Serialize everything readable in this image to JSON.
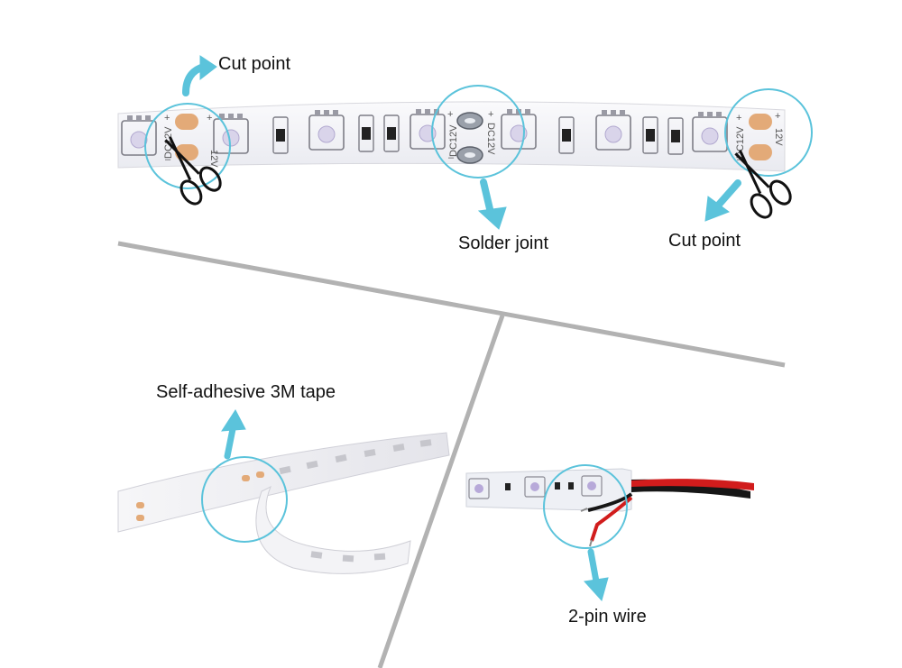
{
  "labels": {
    "cut_point_left": "Cut point",
    "cut_point_right": "Cut point",
    "solder_joint": "Solder joint",
    "tape": "Self-adhesive 3M tape",
    "wire": "2-pin wire"
  },
  "strip_text": {
    "voltage": "DC12V",
    "voltage_short": "12V",
    "plus": "+",
    "minus": "–"
  },
  "colors": {
    "callout": "#5bc3db",
    "strip": "#f3f3f5",
    "pad": "#e3aa78",
    "divider": "#b2b2b2",
    "wire_red": "#d11c1c",
    "wire_black": "#161616"
  },
  "icons": {
    "scissors": "scissors-icon",
    "arrow": "callout-arrow-icon"
  }
}
